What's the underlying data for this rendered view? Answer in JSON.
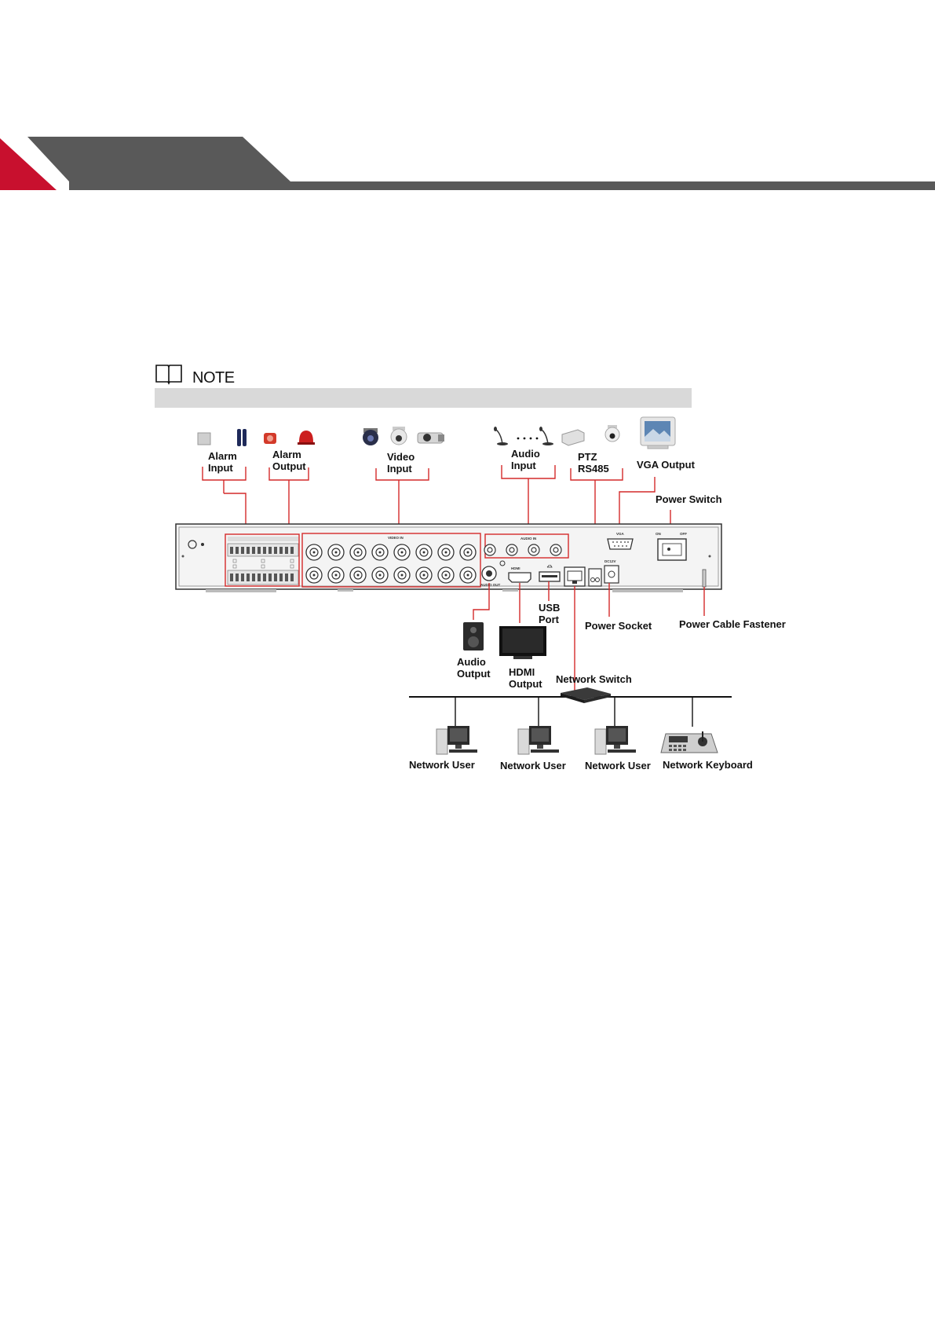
{
  "note": {
    "label": "NOTE"
  },
  "colors": {
    "accent_red": "#c8102e",
    "header_gray": "#595959",
    "callout_red": "#d42a2a"
  },
  "device": {
    "video_in_label": "VIDEO IN",
    "audio_in_label": "AUDIO IN",
    "audio_out_label": "AUDIO OUT",
    "vga_label": "VGA",
    "hdmi_label": "HDMI",
    "on_label": "ON",
    "off_label": "OFF",
    "dc_label": "DC12V"
  },
  "labels": {
    "alarm_input": [
      "Alarm",
      "Input"
    ],
    "alarm_output": [
      "Alarm",
      "Output"
    ],
    "video_input": [
      "Video",
      "Input"
    ],
    "audio_input": [
      "Audio",
      "Input"
    ],
    "ptz": [
      "PTZ",
      "RS485"
    ],
    "vga_output": "VGA Output",
    "power_switch": "Power Switch",
    "usb_port": [
      "USB",
      "Port"
    ],
    "power_socket": "Power Socket",
    "power_cable_fastener": "Power Cable Fastener",
    "audio_output": [
      "Audio",
      "Output"
    ],
    "hdmi_output": [
      "HDMI",
      "Output"
    ],
    "network_switch": "Network Switch",
    "network_users": [
      "Network User",
      "Network User",
      "Network User"
    ],
    "network_keyboard": "Network Keyboard"
  }
}
